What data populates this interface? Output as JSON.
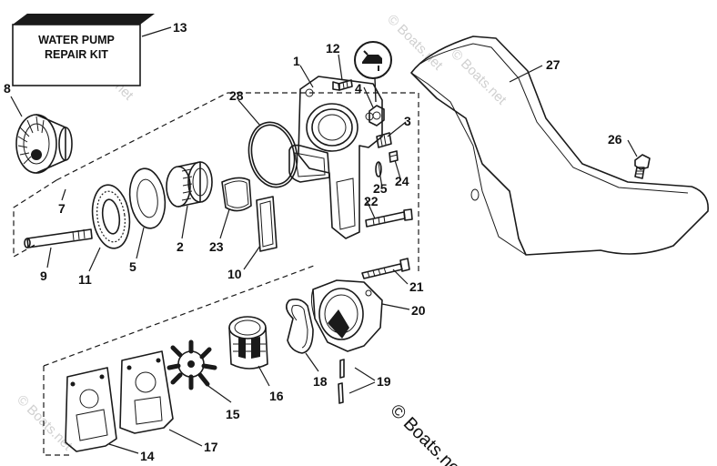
{
  "kit_box": {
    "line1": "WATER PUMP",
    "line2": "REPAIR KIT",
    "callout": "13"
  },
  "callouts": [
    {
      "id": "part-1",
      "label": "1"
    },
    {
      "id": "part-2",
      "label": "2"
    },
    {
      "id": "part-3",
      "label": "3"
    },
    {
      "id": "part-4",
      "label": "4"
    },
    {
      "id": "part-5",
      "label": "5"
    },
    {
      "id": "part-7",
      "label": "7"
    },
    {
      "id": "part-8",
      "label": "8"
    },
    {
      "id": "part-9",
      "label": "9"
    },
    {
      "id": "part-10",
      "label": "10"
    },
    {
      "id": "part-11",
      "label": "11"
    },
    {
      "id": "part-12",
      "label": "12"
    },
    {
      "id": "part-14",
      "label": "14"
    },
    {
      "id": "part-15",
      "label": "15"
    },
    {
      "id": "part-16",
      "label": "16"
    },
    {
      "id": "part-17",
      "label": "17"
    },
    {
      "id": "part-18",
      "label": "18"
    },
    {
      "id": "part-19",
      "label": "19"
    },
    {
      "id": "part-20",
      "label": "20"
    },
    {
      "id": "part-21",
      "label": "21"
    },
    {
      "id": "part-22",
      "label": "22"
    },
    {
      "id": "part-23",
      "label": "23"
    },
    {
      "id": "part-24",
      "label": "24"
    },
    {
      "id": "part-25",
      "label": "25"
    },
    {
      "id": "part-26",
      "label": "26"
    },
    {
      "id": "part-27",
      "label": "27"
    },
    {
      "id": "part-28",
      "label": "28"
    }
  ],
  "watermark": {
    "main": "© Boats.net",
    "faint": "© Boats.net"
  }
}
